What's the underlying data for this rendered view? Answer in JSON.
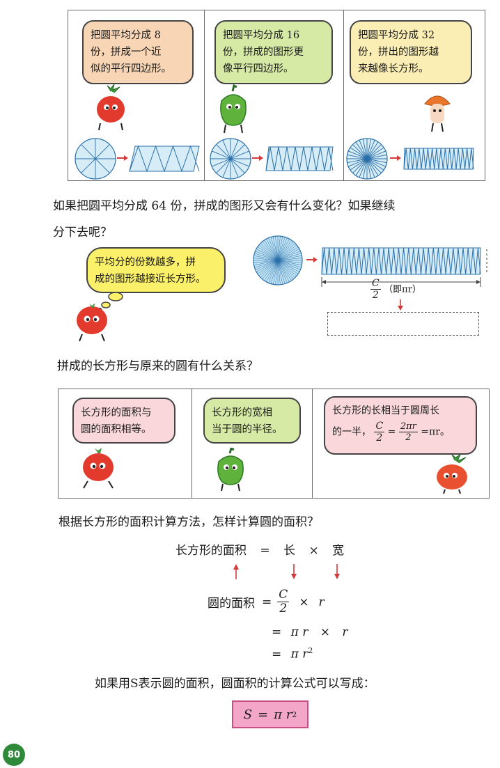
{
  "top_panels": [
    {
      "text_lines": [
        "把圆平均分成 8",
        "份，拼成一个近",
        "似的平行四边形。"
      ],
      "character": "tomato",
      "slices": 8,
      "color": "#f8d5b5"
    },
    {
      "text_lines": [
        "把圆平均分成 16",
        "份，拼成的图形更",
        "像平行四边形。"
      ],
      "character": "pepper",
      "slices": 16,
      "color": "#d6eaa6"
    },
    {
      "text_lines": [
        "把圆平均分成 32",
        "份，拼出的图形越",
        "来越像长方形。"
      ],
      "character": "mushroom",
      "slices": 32,
      "color": "#fbeeb4"
    }
  ],
  "question1_lines": [
    "如果把圆平均分成 64 份，拼成的图形又会有什么变化？如果继续",
    "分下去呢？"
  ],
  "thought_bubble_lines": [
    "平均分的份数越多，拼",
    "成的图形越接近长方形。"
  ],
  "diagram_label": {
    "numer": "C",
    "denom": "2",
    "note": "（即πr）"
  },
  "question2": "拼成的长方形与原来的圆有什么关系？",
  "middle_panels": [
    {
      "text_lines": [
        "长方形的面积与",
        "圆的面积相等。"
      ]
    },
    {
      "text_lines": [
        "长方形的宽相",
        "当于圆的半径。"
      ]
    },
    {
      "line1": "长方形的长相当于圆周长",
      "prefix": "的一半，",
      "f1_num": "C",
      "f1_den": "2",
      "eq": "=",
      "f2_num": "2πr",
      "f2_den": "2",
      "tail": "=πr。"
    }
  ],
  "question3": "根据长方形的面积计算方法，怎样计算圆的面积？",
  "formula": {
    "rect_area": "长方形的面积",
    "eq": "=",
    "length": "长",
    "times": "×",
    "width": "宽",
    "circle_area": "圆的面积",
    "c_num": "C",
    "c_den": "2",
    "r": "r",
    "pi_r": "π r",
    "pi_r2_base": "π r",
    "exp": "2"
  },
  "conclusion": "如果用S表示圆的面积，圆面积的计算公式可以写成：",
  "final_formula": {
    "lhs": "S",
    "eq": "=",
    "rhs": "π r",
    "exp": "2"
  },
  "page_number": "80"
}
